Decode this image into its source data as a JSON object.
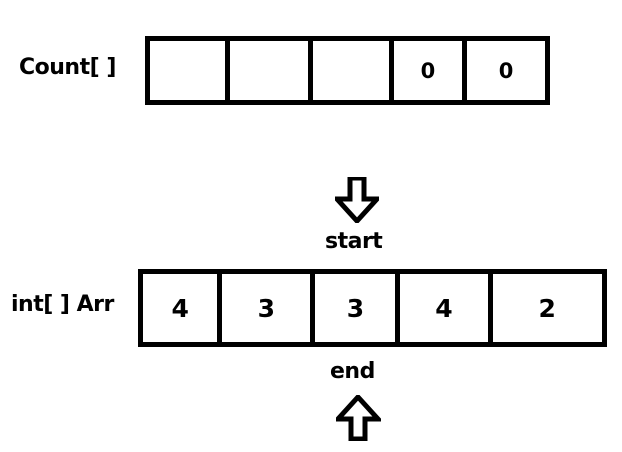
{
  "diagram": {
    "title": "counting-sort-array-pointer-diagram",
    "background_color": "#ffffff",
    "line_color": "#000000",
    "text_color": "#000000"
  },
  "count_row": {
    "label": "Count[ ]",
    "cells": [
      "",
      "",
      "",
      "0",
      "0"
    ]
  },
  "arr_row": {
    "label": "int[ ] Arr",
    "cells": [
      "4",
      "3",
      "3",
      "4",
      "2"
    ]
  },
  "pointers": {
    "start": {
      "label": "start",
      "icon": "arrow-down-icon",
      "points_to_index": 2
    },
    "end": {
      "label": "end",
      "icon": "arrow-up-icon",
      "points_to_index": 2
    }
  }
}
